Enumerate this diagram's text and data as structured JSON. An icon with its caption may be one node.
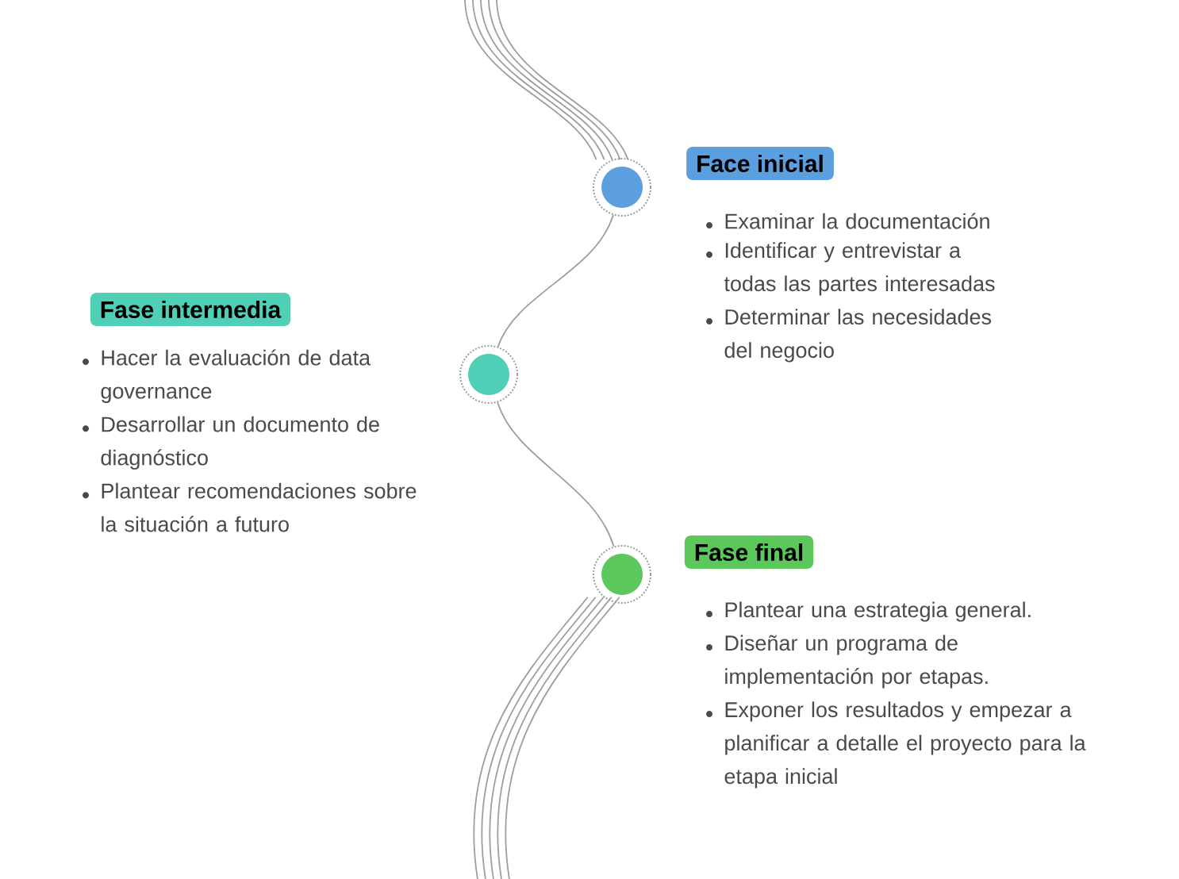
{
  "diagram": {
    "nodes": [
      {
        "text": [],
        "shape": "circle"
      },
      {
        "text": [
          "Face inicial"
        ],
        "beside": [
          "Examinar la documentación",
          "Identificar y entrevistar a todas las partes interesadas",
          "Determinar las necesidades del negocio"
        ]
      },
      {
        "text": [],
        "shape": "circle"
      },
      {
        "text": [
          "Fase intermedia"
        ],
        "beside": [
          "Hacer la evaluación de data governance",
          "Desarrollar un documento de diagnóstico",
          "Plantear recomendaciones sobre la situación a futuro"
        ]
      },
      {
        "text": [],
        "shape": "circle"
      },
      {
        "text": [
          "Fase final"
        ],
        "beside": [
          "Plantear una estrategia general.",
          "Diseñar un programa de implementación por etapas.",
          "Exponer los resultados y empezar a planificar a detalle el proyecto para la etapa inicial"
        ]
      }
    ],
    "edges": [
      {
        "from": 0,
        "to": 2,
        "arrow": "none"
      },
      {
        "from": 2,
        "to": 4,
        "arrow": "none"
      }
    ]
  }
}
